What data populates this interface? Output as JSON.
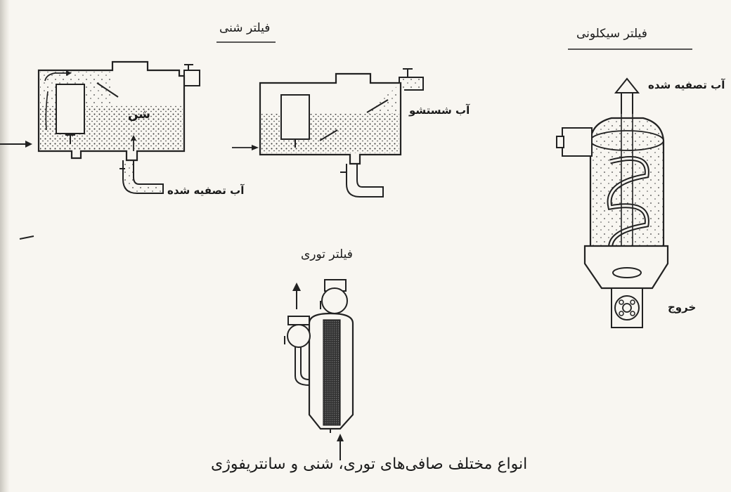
{
  "headings": {
    "sand_filter": "فیلتر شنی",
    "cyclone_filter": "فیلتر سیکلونی",
    "mesh_filter": "فیلتر توری"
  },
  "labels": {
    "sand_word": "شن",
    "treated_water_left": "آب تصفیه شده",
    "backwash_water": "آب شستشو",
    "treated_water_right": "آب تصفیه شده",
    "outlet": "خروج"
  },
  "caption": "انواع مختلف صافی‌های توری، شنی و سانتریفوژی"
}
